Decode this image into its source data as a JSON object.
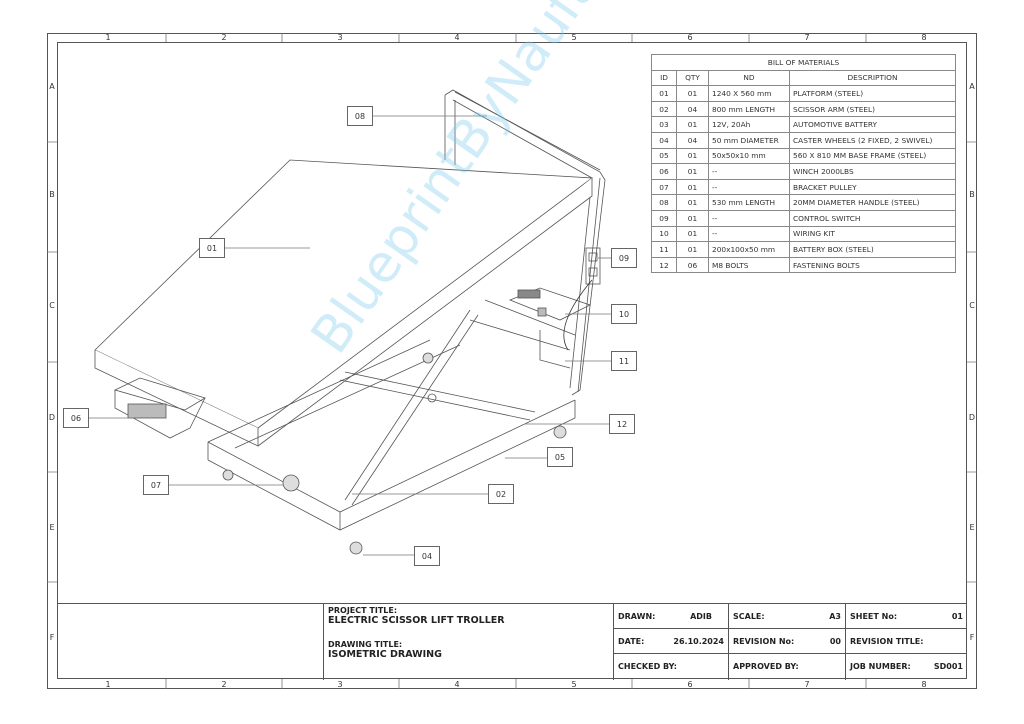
{
  "zones": {
    "columns": [
      "1",
      "2",
      "3",
      "4",
      "5",
      "6",
      "7",
      "8"
    ],
    "rows": [
      "A",
      "B",
      "C",
      "D",
      "E",
      "F"
    ]
  },
  "bom": {
    "title": "BILL OF MATERIALS",
    "headers": [
      "ID",
      "QTY",
      "ND",
      "DESCRIPTION"
    ],
    "rows": [
      [
        "01",
        "01",
        "1240 X 560 mm",
        "PLATFORM (STEEL)"
      ],
      [
        "02",
        "04",
        "800 mm LENGTH",
        "SCISSOR ARM (STEEL)"
      ],
      [
        "03",
        "01",
        "12V, 20Ah",
        "AUTOMOTIVE BATTERY"
      ],
      [
        "04",
        "04",
        "50 mm DIAMETER",
        "CASTER WHEELS (2 FIXED, 2 SWIVEL)"
      ],
      [
        "05",
        "01",
        "50x50x10 mm",
        "560 X 810 MM BASE FRAME (STEEL)"
      ],
      [
        "06",
        "01",
        "--",
        "WINCH 2000LBS"
      ],
      [
        "07",
        "01",
        "--",
        "BRACKET PULLEY"
      ],
      [
        "08",
        "01",
        "530 mm LENGTH",
        "20MM DIAMETER HANDLE (STEEL)"
      ],
      [
        "09",
        "01",
        "--",
        "CONTROL SWITCH"
      ],
      [
        "10",
        "01",
        "--",
        "WIRING KIT"
      ],
      [
        "11",
        "01",
        "200x100x50 mm",
        "BATTERY BOX (STEEL)"
      ],
      [
        "12",
        "06",
        "M8 BOLTS",
        "FASTENING BOLTS"
      ]
    ]
  },
  "callouts": [
    "01",
    "02",
    "04",
    "05",
    "06",
    "07",
    "08",
    "09",
    "10",
    "11",
    "12"
  ],
  "watermark": "BlueprintByNaufal",
  "title_block": {
    "project_title_label": "PROJECT TITLE:",
    "project_title": "ELECTRIC SCISSOR LIFT TROLLER",
    "drawing_title_label": "DRAWING TITLE:",
    "drawing_title": "ISOMETRIC DRAWING",
    "drawn_label": "DRAWN:",
    "drawn": "ADIB",
    "date_label": "DATE:",
    "date": "26.10.2024",
    "checked_label": "CHECKED BY:",
    "scale_label": "SCALE:",
    "scale": "A3",
    "revision_no_label": "REVISION No:",
    "revision_no": "00",
    "approved_label": "APPROVED BY:",
    "sheet_label": "SHEET No:",
    "sheet": "01",
    "revision_title_label": "REVISION TITLE:",
    "job_number_label": "JOB NUMBER:",
    "job_number": "SD001"
  }
}
